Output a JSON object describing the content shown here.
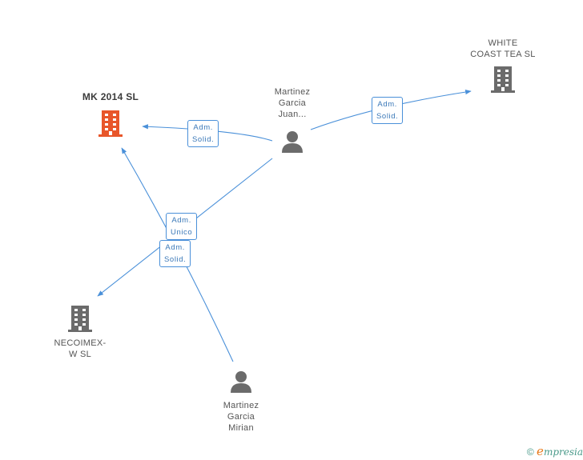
{
  "nodes": {
    "mk2014": {
      "label": "MK 2014  SL",
      "icon": "building-icon",
      "color": "#e8562a"
    },
    "whitecoast": {
      "label_line1": "WHITE",
      "label_line2": "COAST TEA SL",
      "icon": "building-icon",
      "color": "#6b6b6b"
    },
    "necoimex": {
      "label_line1": "NECOIMEX-",
      "label_line2": "W SL",
      "icon": "building-icon",
      "color": "#6b6b6b"
    },
    "juan": {
      "label_line1": "Martinez",
      "label_line2": "Garcia",
      "label_line3": "Juan...",
      "icon": "person-icon",
      "color": "#6b6b6b"
    },
    "mirian": {
      "label_line1": "Martinez",
      "label_line2": "Garcia",
      "label_line3": "Mirian",
      "icon": "person-icon",
      "color": "#6b6b6b"
    }
  },
  "edges": [
    {
      "id": "juan-mk",
      "line1": "Adm.",
      "line2": "Solid."
    },
    {
      "id": "juan-white",
      "line1": "Adm.",
      "line2": "Solid."
    },
    {
      "id": "juan-necoimex",
      "line1": "Adm.",
      "line2": "Unico"
    },
    {
      "id": "mirian-mk",
      "line1": "Adm.",
      "line2": "Solid."
    }
  ],
  "colors": {
    "edge": "#4a90d9",
    "edge_label_text": "#3a78b8"
  },
  "footer": {
    "copyright": "©",
    "brand_initial": "e",
    "brand_rest": "mpresia"
  }
}
